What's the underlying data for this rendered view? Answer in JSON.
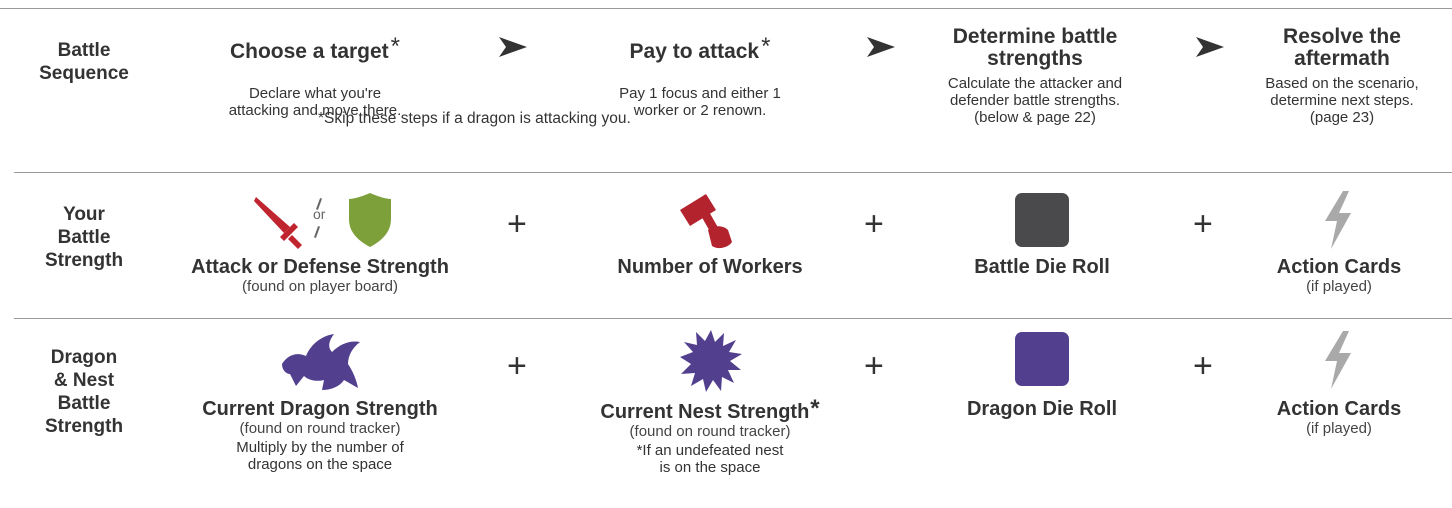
{
  "sequence": {
    "row_label": [
      "Battle",
      "Sequence"
    ],
    "steps": [
      {
        "title": "Choose a target",
        "star": "*",
        "desc": [
          "Declare what you're",
          "attacking and move there."
        ]
      },
      {
        "title": "Pay to attack",
        "star": "*",
        "desc": [
          "Pay 1 focus and either 1",
          "worker or 2 renown."
        ]
      },
      {
        "title_lines": [
          "Determine battle",
          "strengths"
        ],
        "desc": [
          "Calculate the attacker and",
          "defender battle strengths.",
          "(below & page 22)"
        ]
      },
      {
        "title_lines": [
          "Resolve the",
          "aftermath"
        ],
        "desc": [
          "Based on the scenario,",
          "determine next steps.",
          "(page 23)"
        ]
      }
    ],
    "footnote": "*Skip these steps if a dragon is attacking you."
  },
  "your_strength": {
    "row_label": [
      "Your",
      "Battle",
      "Strength"
    ],
    "or_text": "or",
    "items": [
      {
        "label": "Attack or Defense Strength",
        "sub": "(found on player board)",
        "icon": "sword-or-shield-icon"
      },
      {
        "label": "Number of Workers",
        "icon": "worker-hammer-icon"
      },
      {
        "label": "Battle Die Roll",
        "icon": "gray-die-icon"
      },
      {
        "label": "Action Cards",
        "sub": "(if played)",
        "icon": "lightning-icon"
      }
    ],
    "plus": "+"
  },
  "dragon_strength": {
    "row_label": [
      "Dragon",
      "& Nest",
      "Battle",
      "Strength"
    ],
    "items": [
      {
        "label": "Current Dragon Strength",
        "sub": "(found on round tracker)",
        "note": [
          "Multiply by the number of",
          "dragons on the space"
        ],
        "icon": "dragon-icon"
      },
      {
        "label": "Current Nest Strength",
        "star": "*",
        "sub": "(found on round tracker)",
        "note": [
          "*If an undefeated nest",
          "is on the space"
        ],
        "icon": "nest-icon"
      },
      {
        "label": "Dragon Die Roll",
        "icon": "purple-die-icon"
      },
      {
        "label": "Action Cards",
        "sub": "(if played)",
        "icon": "lightning-icon"
      }
    ],
    "plus": "+"
  },
  "colors": {
    "sword": "#c0242f",
    "shield": "#7ea03a",
    "hammer": "#b3232e",
    "die_gray": "#4a4a4c",
    "dragon_purple": "#52408f",
    "lightning": "#a9a9a9",
    "arrow": "#333333",
    "rule": "#9a9a9a"
  }
}
